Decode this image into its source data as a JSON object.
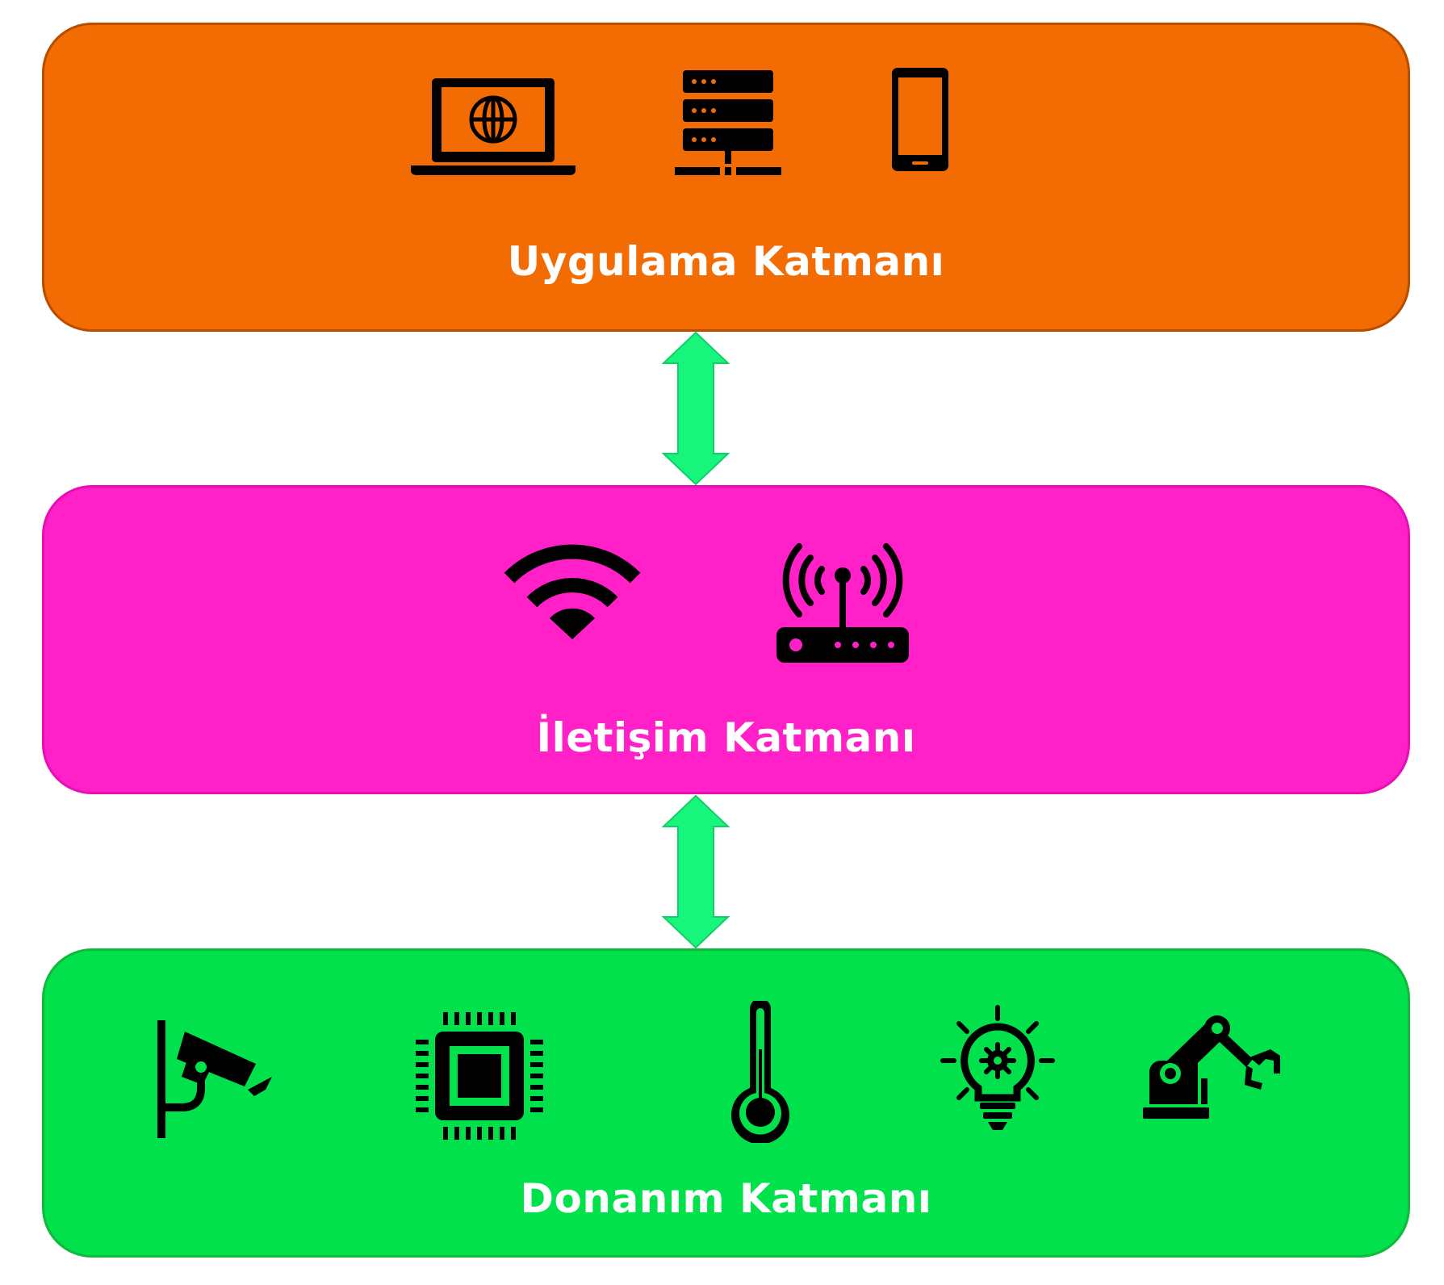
{
  "colors": {
    "application_layer": "#f26c03",
    "communication_layer": "#ff20c8",
    "hardware_layer": "#00e14c",
    "arrow": "#18f57c",
    "icon": "#000000",
    "title_text": "#ffffff"
  },
  "layers": {
    "application": {
      "title": "Uygulama Katmanı",
      "icons": [
        "laptop-globe-icon",
        "server-icon",
        "smartphone-icon"
      ]
    },
    "communication": {
      "title": "İletişim Katmanı",
      "icons": [
        "wifi-icon",
        "router-icon"
      ]
    },
    "hardware": {
      "title": "Donanım Katmanı",
      "icons": [
        "security-camera-icon",
        "cpu-chip-icon",
        "thermometer-icon",
        "smart-bulb-icon",
        "robot-arm-icon"
      ]
    }
  },
  "connectors": [
    "bidirectional-arrow",
    "bidirectional-arrow"
  ]
}
